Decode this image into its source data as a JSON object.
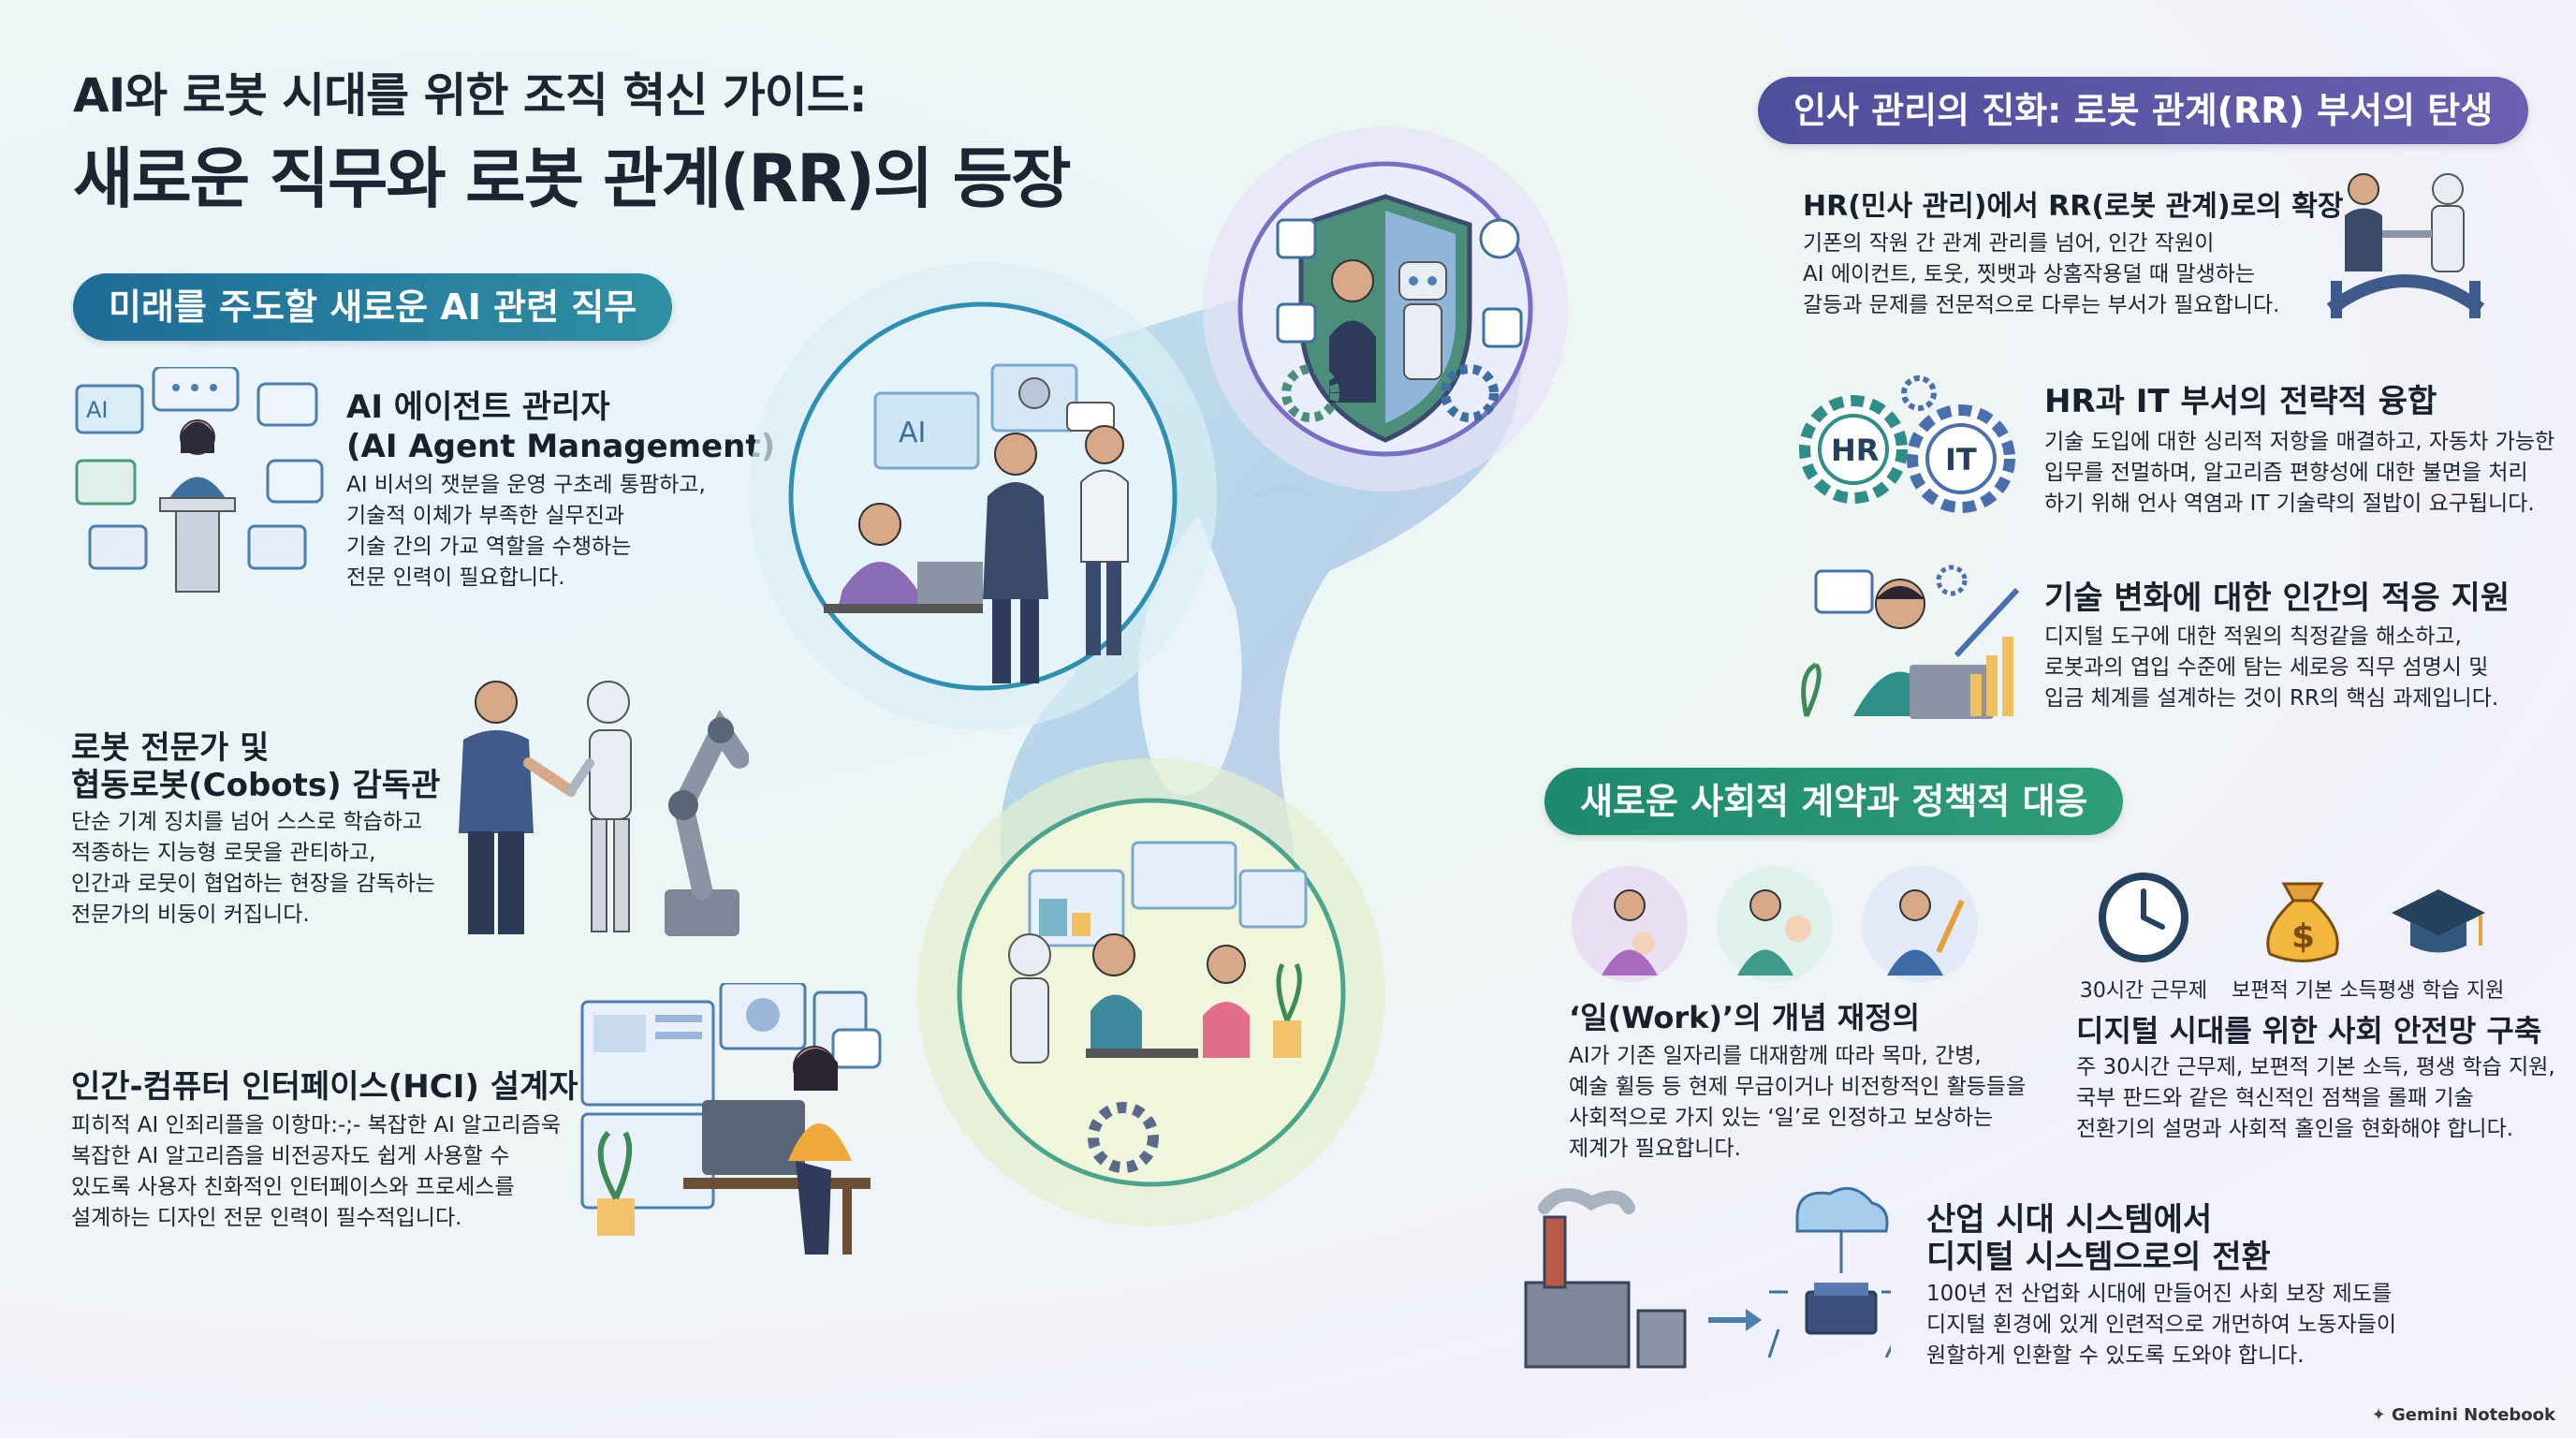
{
  "header": {
    "title_line1": "AI와 로봇 시대를 위한 조직 혁신 가이드:",
    "title_line2": "새로운 직무와 로봇 관계(RR)의 등장"
  },
  "left": {
    "section_title": "미래를 주도할 새로운 AI 관련 직무",
    "items": [
      {
        "title1": "AI 에이전트 관리자",
        "title2": "(AI Agent Management)",
        "lines": [
          "AI 비서의 잿분을 운영 구초레 통팜하고,",
          "기술적 이체가 부족한 실무진과",
          "기술 간의 가교 역할을 수챙하는",
          "전문 인력이 필요합니다."
        ]
      },
      {
        "title1": "로봇 전문가 및",
        "title2": "협동로봇(Cobots) 감독관",
        "lines": [
          "단순 기계 징치를 넘어 스스로 학습하고",
          "적종하는 지능형 로뭇을 관티하고,",
          "인간과 로뭇이 협업하는 현장을 감독하는",
          "전문가의 비둥이 커집니다."
        ]
      },
      {
        "title1": "인간-컴퓨터 인터페이스(HCI) 설계자",
        "lines": [
          "피히적 AI 인죄리플을 이항마:-;- 복잡한 AI 알고리즘욱",
          "복잡한 AI 알고리즘을 비전공자도 쉽게 사용할 수",
          "있도록 사용자 친화적인 인터페이스와 프로세스를",
          "설계하는 디자인 전문 인력이 필수적입니다."
        ]
      }
    ]
  },
  "center": {
    "ai_badge": "AI"
  },
  "right": {
    "section_title": "인사 관리의 진화: 로봇 관계(RR) 부서의 탄생",
    "items": [
      {
        "title": "HR(민사 관리)에서 RR(로봇 관계)로의 확장",
        "lines": [
          "기폰의 작원 간 관계 관리를 넘어, 인간 작원이",
          "AI 에이컨트, 토웃, 찟뱃과 상홈작용덜 때 말생하는",
          "갈등과 문제를 전문적으로 다루는 부서가 필요합니다."
        ]
      },
      {
        "title": "HR과 IT 부서의 전략적 융합",
        "badges": [
          "HR",
          "IT"
        ],
        "lines": [
          "기술 도입에 대한 싱리적 저항을 매결하고, 자동차 가능한",
          "입무를 전멀하며, 알고리즘 편향성에 대한 불면을 처리",
          "하기 위해  언사 역염과 IT 기술략의 절밥이 요구됩니다."
        ]
      },
      {
        "title": "기술 변화에 대한 인간의 적응 지원",
        "lines": [
          "디지털 도구에 대한 적원의 칙정같을 해소하고,",
          "로봇과의 엽입 수준에 탐는 세로응 직무 섬명시 및",
          "입금 체계를 설계하는 것이 RR의 핵심 과제입니다."
        ]
      }
    ]
  },
  "social": {
    "section_title": "새로운 사회적 계약과 정책적 대응",
    "work": {
      "title": "‘일(Work)’의 개념 재정의",
      "lines": [
        "AI가 기존 일자리를 대재함께 따라 목마, 간병,",
        "예술 휠등 등 현제 무급이거나 비전항적인 활등들을",
        "사회적으로 가지 있는 ‘일’로 인정하고 보상하는",
        "제계가 필요합니다."
      ]
    },
    "safety": {
      "icon_labels": [
        "30시간 근무제",
        "보편적 기본 소득",
        "평생 학습 지원"
      ],
      "title": "디지털 시대를 위한 사회 안전망 구축",
      "lines": [
        "주 30시간 근무제, 보편적 기본 소득, 평생 학습 지원,",
        "국부 판드와 같은 혁신적인 점책을 롤패 기술",
        "전환기의 설멍과 사회적 홀인을 현화해야 합니다."
      ]
    },
    "transition": {
      "title1": "산업 시대 시스템에서",
      "title2": "디지털 시스템으로의 전환",
      "lines": [
        "100년 전 산업화 시대에 만들어진 사회 보장 제도를",
        "디지털 횐경에 있게 인련적으로 개먼하여 노동자들이",
        "원할하게 인환할 수 있도록 도와야 합니다."
      ]
    }
  },
  "footer": {
    "brand": "Gemini Notebook"
  }
}
